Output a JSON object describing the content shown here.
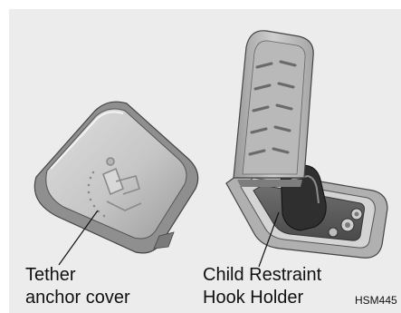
{
  "left_label": {
    "line1": "Tether",
    "line2": "anchor  cover"
  },
  "right_label": {
    "line1": "Child Restraint",
    "line2": "Hook Holder"
  },
  "figure_code": "HSM445",
  "colors": {
    "background": "#ececec",
    "plastic_light": "#c8c8c8",
    "plastic_mid": "#a9a9a9",
    "plastic_dark": "#5b5b5b",
    "hook_dark": "#3a3a3a"
  }
}
